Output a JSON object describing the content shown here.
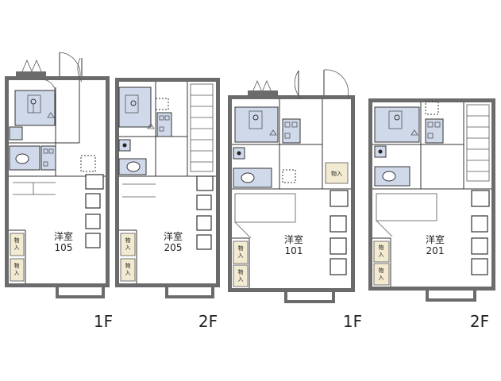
{
  "units": [
    {
      "room_type": "洋室",
      "number": "105",
      "floor": "1F",
      "storage": [
        "物入",
        "物入"
      ]
    },
    {
      "room_type": "洋室",
      "number": "205",
      "floor": "2F",
      "storage": [
        "物入",
        "物入"
      ]
    },
    {
      "room_type": "洋室",
      "number": "101",
      "floor": "1F",
      "storage": [
        "物入",
        "物入",
        "物入"
      ]
    },
    {
      "room_type": "洋室",
      "number": "201",
      "floor": "2F",
      "storage": [
        "物入",
        "物入"
      ]
    }
  ]
}
